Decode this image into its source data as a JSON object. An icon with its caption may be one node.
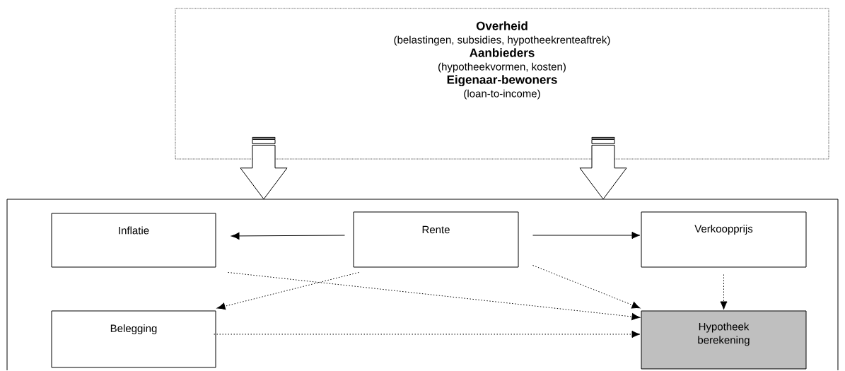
{
  "diagram": {
    "nodes": [
      {
        "text": [
          "Overheid",
          "(belastingen, subsidies, hypotheekrenteaftrek)",
          "Aanbieders",
          "(hypotheekvormen, kosten)",
          "Eigenaar-bewoners",
          "(loan-to-income)"
        ]
      },
      {
        "text": [],
        "shape": "box"
      },
      {
        "text": [
          "Inflatie"
        ],
        "in": 1
      },
      {
        "text": [
          "Rente"
        ],
        "in": 1
      },
      {
        "text": [
          "Verkoopprijs"
        ],
        "in": 1
      },
      {
        "text": [
          "Belegging"
        ],
        "in": 1
      },
      {
        "text": [
          "Hypotheek berekening"
        ],
        "in": 1
      }
    ],
    "edges": [
      {
        "from": 0,
        "to": 1,
        "arrow": "to",
        "style": "thick"
      },
      {
        "from": 0,
        "to": 1,
        "arrow": "to",
        "style": "thick"
      },
      {
        "from": 3,
        "to": 2,
        "arrow": "to"
      },
      {
        "from": 3,
        "to": 4,
        "arrow": "to"
      },
      {
        "from": 3,
        "to": 5,
        "arrow": "to",
        "style": "dashed"
      },
      {
        "from": 2,
        "to": 6,
        "arrow": "to",
        "style": "dashed"
      },
      {
        "from": 3,
        "to": 6,
        "arrow": "to",
        "style": "dashed"
      },
      {
        "from": 4,
        "to": 6,
        "arrow": "to",
        "style": "dashed"
      },
      {
        "from": 5,
        "to": 6,
        "arrow": "to",
        "style": "dashed"
      }
    ]
  }
}
